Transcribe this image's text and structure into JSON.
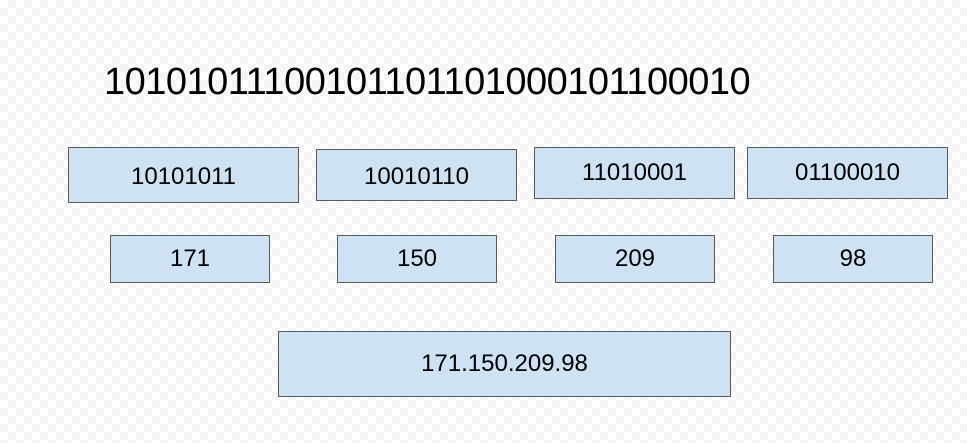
{
  "bit_string": "10101011100101101101000101100010",
  "octets": [
    "10101011",
    "10010110",
    "11010001",
    "01100010"
  ],
  "decimals": [
    "171",
    "150",
    "209",
    "98"
  ],
  "ip_address": "171.150.209.98",
  "colors": {
    "box_fill": "#cfe2f3",
    "box_border": "#595959",
    "text": "#000000"
  }
}
